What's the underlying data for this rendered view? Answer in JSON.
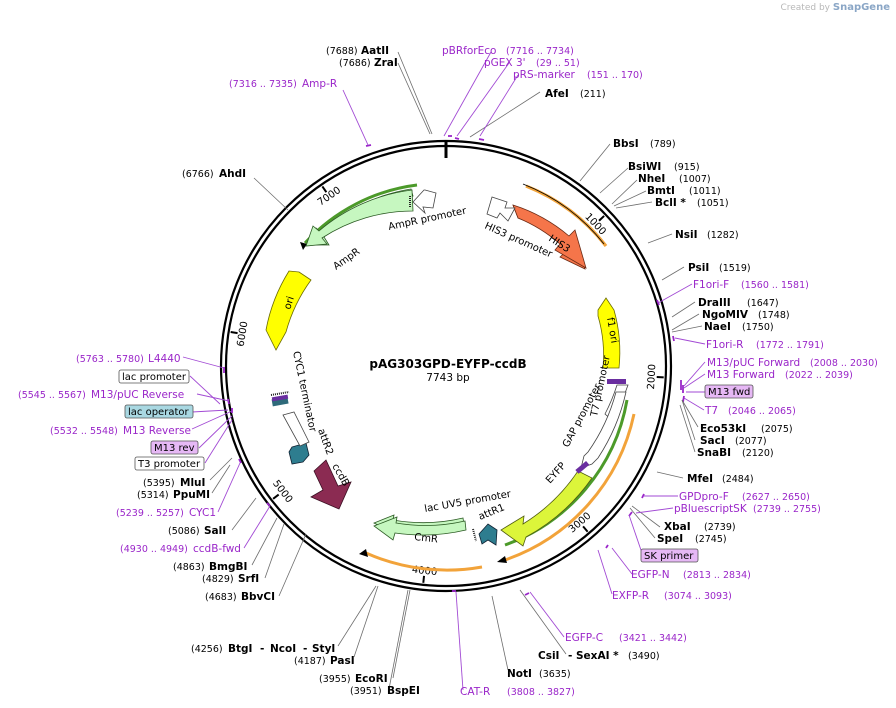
{
  "plasmid": {
    "name": "pAG303GPD-EYFP-ccdB",
    "length": "7743 bp"
  },
  "watermark": {
    "prefix": "Created by",
    "brand": "SnapGene"
  },
  "ticks": [
    "1000",
    "2000",
    "3000",
    "4000",
    "5000",
    "6000",
    "7000"
  ],
  "enzymes_right": [
    {
      "name": "AfeI",
      "pos": "(211)"
    },
    {
      "name": "BbsI",
      "pos": "(789)"
    },
    {
      "name": "BsiWI",
      "pos": "(915)"
    },
    {
      "name": "NheI",
      "pos": "(1007)"
    },
    {
      "name": "BmtI",
      "pos": "(1011)"
    },
    {
      "name": "BclI *",
      "pos": "(1051)"
    },
    {
      "name": "NsiI",
      "pos": "(1282)"
    },
    {
      "name": "PsiI",
      "pos": "(1519)"
    },
    {
      "name": "DraIII",
      "pos": "(1647)"
    },
    {
      "name": "NgoMIV",
      "pos": "(1748)"
    },
    {
      "name": "NaeI",
      "pos": "(1750)"
    },
    {
      "name": "Eco53kI",
      "pos": "(2075)"
    },
    {
      "name": "SacI",
      "pos": "(2077)"
    },
    {
      "name": "SnaBI",
      "pos": "(2120)"
    },
    {
      "name": "MfeI",
      "pos": "(2484)"
    },
    {
      "name": "XbaI",
      "pos": "(2739)"
    },
    {
      "name": "SpeI",
      "pos": "(2745)"
    },
    {
      "name": "CsiI",
      "pos": "(3490)"
    },
    {
      "name": "SexAI *",
      "pos": "(3490)"
    },
    {
      "name": "NotI",
      "pos": "(3635)"
    }
  ],
  "enzymes_left": [
    {
      "name": "AatII",
      "pos": "(7688)"
    },
    {
      "name": "ZraI",
      "pos": "(7686)"
    },
    {
      "name": "AhdI",
      "pos": "(6766)"
    },
    {
      "name": "MluI",
      "pos": "(5395)"
    },
    {
      "name": "PpuMI",
      "pos": "(5314)"
    },
    {
      "name": "SalI",
      "pos": "(5086)"
    },
    {
      "name": "BmgBI",
      "pos": "(4863)"
    },
    {
      "name": "SrfI",
      "pos": "(4829)"
    },
    {
      "name": "BbvCI",
      "pos": "(4683)"
    },
    {
      "name": "BtgI",
      "pos": "(4256)"
    },
    {
      "name": "NcoI",
      "pos": ""
    },
    {
      "name": "StyI",
      "pos": ""
    },
    {
      "name": "PasI",
      "pos": "(4187)"
    },
    {
      "name": "EcoRI",
      "pos": "(3955)"
    },
    {
      "name": "BspEI",
      "pos": "(3951)"
    }
  ],
  "primers": [
    {
      "name": "pBRforEco",
      "range": "(7716 .. 7734)"
    },
    {
      "name": "pGEX 3'",
      "range": "(29 .. 51)"
    },
    {
      "name": "pRS-marker",
      "range": "(151 .. 170)"
    },
    {
      "name": "Amp-R",
      "range": "(7316 .. 7335)"
    },
    {
      "name": "F1ori-F",
      "range": "(1560 .. 1581)"
    },
    {
      "name": "F1ori-R",
      "range": "(1772 .. 1791)"
    },
    {
      "name": "M13/pUC Forward",
      "range": "(2008 .. 2030)"
    },
    {
      "name": "M13 Forward",
      "range": "(2022 .. 2039)"
    },
    {
      "name": "T7",
      "range": "(2046 .. 2065)"
    },
    {
      "name": "GPDpro-F",
      "range": "(2627 .. 2650)"
    },
    {
      "name": "pBluescriptSK",
      "range": "(2739 .. 2755)"
    },
    {
      "name": "EGFP-N",
      "range": "(2813 .. 2834)"
    },
    {
      "name": "EXFP-R",
      "range": "(3074 .. 3093)"
    },
    {
      "name": "EGFP-C",
      "range": "(3421 .. 3442)"
    },
    {
      "name": "CAT-R",
      "range": "(3808 .. 3827)"
    },
    {
      "name": "L4440",
      "range": "(5763 .. 5780)"
    },
    {
      "name": "M13/pUC Reverse",
      "range": "(5545 .. 5567)"
    },
    {
      "name": "M13 Reverse",
      "range": "(5532 .. 5548)"
    },
    {
      "name": "CYC1",
      "range": "(5239 .. 5257)"
    },
    {
      "name": "ccdB-fwd",
      "range": "(4930 .. 4949)"
    }
  ],
  "boxed": [
    {
      "name": "M13 fwd"
    },
    {
      "name": "SK primer"
    },
    {
      "name": "lac promoter"
    },
    {
      "name": "lac operator"
    },
    {
      "name": "M13 rev"
    },
    {
      "name": "T3 promoter"
    }
  ],
  "features": [
    {
      "name": "HIS3",
      "color": "#f5754a"
    },
    {
      "name": "HIS3 promoter",
      "color": "#ffffff"
    },
    {
      "name": "AmpR promoter",
      "color": "#ffffff"
    },
    {
      "name": "AmpR",
      "color": "#c6f7c0"
    },
    {
      "name": "ori",
      "color": "#ffff00"
    },
    {
      "name": "f1 ori",
      "color": "#ffff00"
    },
    {
      "name": "T7 promoter",
      "color": "#ffffff"
    },
    {
      "name": "GAP promoter",
      "color": "#ffffff"
    },
    {
      "name": "EYFP",
      "color": "#dcf53a"
    },
    {
      "name": "attR1",
      "color": "#2e7d8f"
    },
    {
      "name": "lac UV5 promoter",
      "color": "#ffffff"
    },
    {
      "name": "CmR",
      "color": "#c6f7c0"
    },
    {
      "name": "ccdB",
      "color": "#8b2b52"
    },
    {
      "name": "attR2",
      "color": "#2e7d8f"
    },
    {
      "name": "CYC1 terminator",
      "color": "#ffffff"
    }
  ],
  "colors": {
    "primer": "#9a26c9",
    "orf": "#f2a33a",
    "orf_green": "#4c9a2a",
    "backbone": "#000000"
  }
}
